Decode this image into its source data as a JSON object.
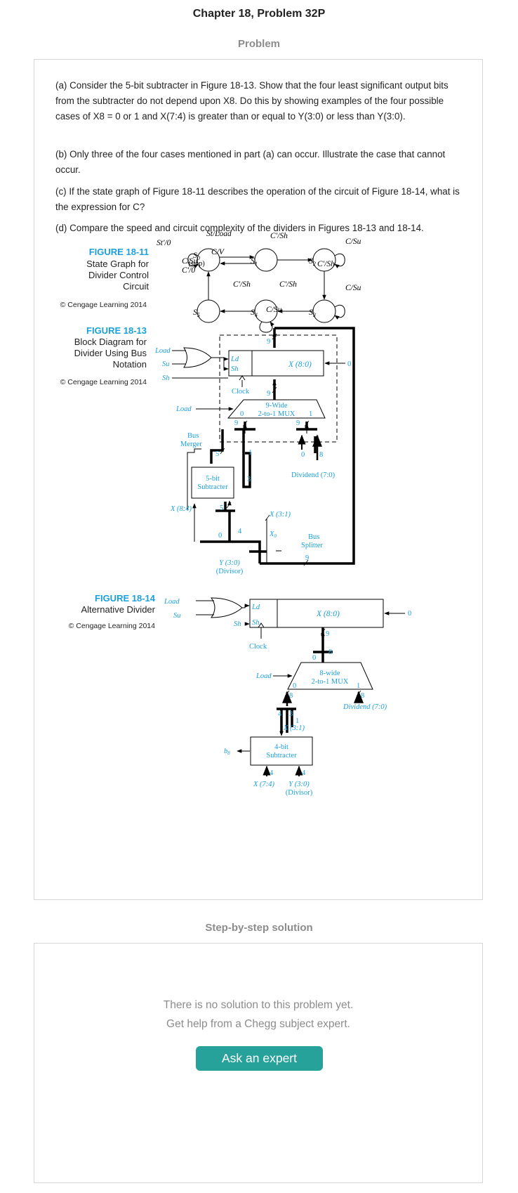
{
  "header": {
    "title": "Chapter 18, Problem 32P"
  },
  "problem": {
    "section_label": "Problem",
    "paragraphs": [
      "(a) Consider the 5-bit subtracter in Figure 18-13. Show that the four least significant output bits from the subtracter do not depend upon X8. Do this by showing examples of the four possible cases of X8 = 0 or 1 and X(7:4) is greater than or equal to Y(3:0) or less than Y(3:0).",
      "(b) Only three of the four cases mentioned in part (a) can occur. Illustrate the case that cannot occur.",
      "(c) If the state graph of Figure 18-11 describes the operation of the circuit of Figure 18-14, what is the expression for C?",
      "(d) Compare the speed and circuit complexity of the dividers in Figures 18-13 and 18-14."
    ]
  },
  "figure_18_11": {
    "number": "FIGURE 18-11",
    "caption_lines": [
      "State Graph for",
      "Divider Control",
      "Circuit"
    ],
    "copyright": "© Cengage Learning 2014",
    "states": {
      "s0": "S",
      "s0_sub": "0",
      "s0_note": "(stop)",
      "s1": "S",
      "s1_sub": "1",
      "s2": "S",
      "s2_sub": "2",
      "s3": "S",
      "s3_sub": "3",
      "s4": "S",
      "s4_sub": "4",
      "s5": "S",
      "s5_sub": "5"
    },
    "edges": {
      "self_s0": "St′/0",
      "s0_s1": "St/Load",
      "s1_s0": "C/V",
      "s1_s2": "C′/Sh",
      "self_s2": "C/Su",
      "s2_s3": "C′/Sh",
      "self_s3": "C/Su",
      "s3_s4": "C′/Sh",
      "self_s4": "C/Su",
      "s4_s5": "C′/Sh",
      "s5_s0_a": "C/Su",
      "s5_s0_b": "C′/0"
    }
  },
  "figure_18_13": {
    "number": "FIGURE 18-13",
    "caption_lines": [
      "Block Diagram for",
      "Divider Using Bus",
      "Notation"
    ],
    "copyright": "© Cengage Learning 2014",
    "labels": {
      "load": "Load",
      "su": "Su",
      "sh": "Sh",
      "ld": "Ld",
      "sh_pin": "Sh",
      "register": "X (8:0)",
      "zero_in": "0",
      "nine_top": "9",
      "clock": "Clock",
      "nine_mid": "9",
      "mux_load": "Load",
      "mux_line1": "9-Wide",
      "mux_line2": "2-to-1 MUX",
      "mux_in0": "0",
      "mux_in1": "1",
      "nine_left": "9",
      "nine_right": "9",
      "bus_merger_1": "Bus",
      "bus_merger_2": "Merger",
      "five_a": "5",
      "one": "1",
      "three": "3",
      "zero_right": "0",
      "eight": "8",
      "dividend": "Dividend (7:0)",
      "sub_line1": "5-bit",
      "sub_line2": "Subtracter",
      "x84": "X (8:4)",
      "five_b": "5",
      "x31": "X (3:1)",
      "zero_low": "0",
      "four": "4",
      "x0": "X",
      "x0_sub": "0",
      "splitter_1": "Bus",
      "splitter_2": "Splitter",
      "nine_bottom": "9",
      "y30": "Y (3:0)",
      "divisor": "(Divisor)"
    }
  },
  "figure_18_14": {
    "number": "FIGURE 18-14",
    "caption_lines": [
      "Alternative Divider"
    ],
    "copyright": "© Cengage Learning 2014",
    "labels": {
      "load": "Load",
      "su": "Su",
      "sh": "Sh",
      "ld": "Ld",
      "sh_pin": "Sh",
      "register": "X (8:0)",
      "zero_in": "0",
      "clock": "Clock",
      "nine": "9",
      "zero_tap": "0",
      "eight_tap": "8",
      "mux_load": "Load",
      "mux_line1": "8-wide",
      "mux_line2": "2-to-1 MUX",
      "mux_in0": "0",
      "mux_in1": "1",
      "eight_a": "8",
      "eight_b": "8",
      "dividend": "Dividend (7:0)",
      "four_a": "4",
      "three": "3",
      "one": "1",
      "x31": "X (3:1)",
      "b8": "b",
      "b8_sub": "8",
      "sub_line1": "4-bit",
      "sub_line2": "Subtracter",
      "four_b": "4",
      "four_c": "4",
      "x74": "X (7:4)",
      "y30": "Y (3:0)",
      "divisor": "(Divisor)"
    }
  },
  "solution": {
    "section_label": "Step-by-step solution",
    "empty_line1": "There is no solution to this problem yet.",
    "empty_line2": "Get help from a Chegg subject expert.",
    "button_label": "Ask an expert"
  },
  "colors": {
    "figure_blue": "#1ba0dc",
    "button": "#26a29a",
    "muted_text": "#8c8c8c",
    "border": "#d6d6d6"
  }
}
